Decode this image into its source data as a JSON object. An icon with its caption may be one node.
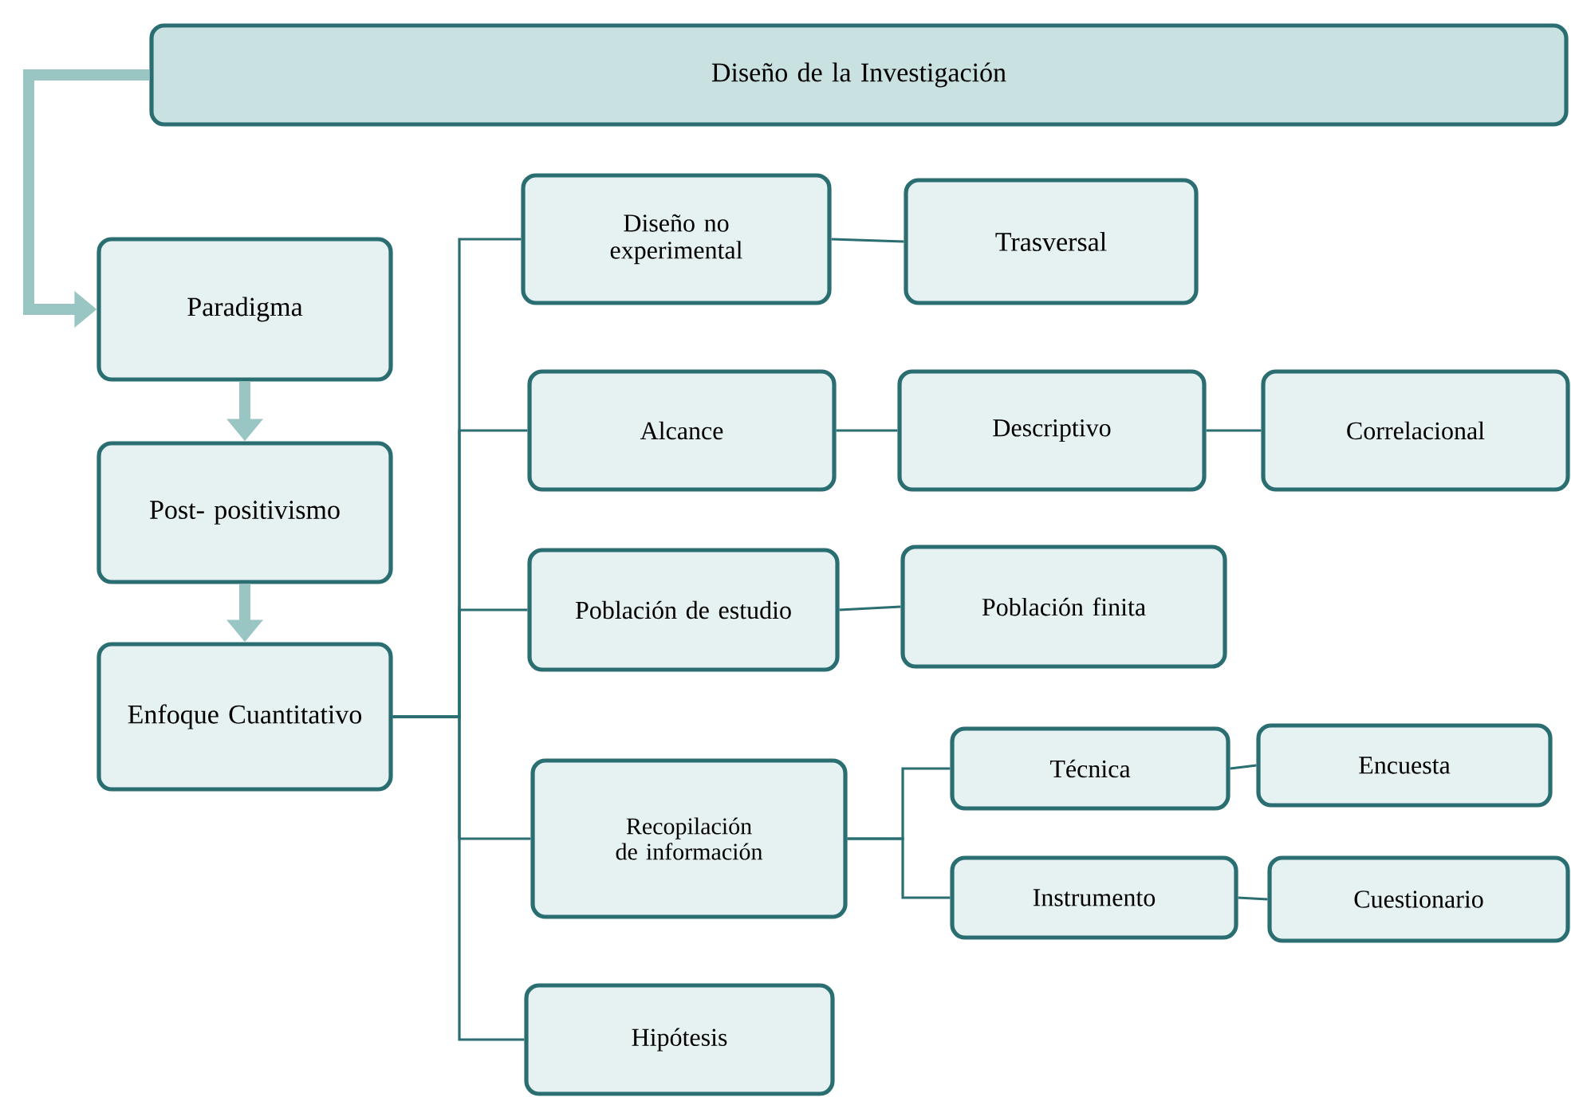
{
  "diagram": {
    "nodes": [
      {
        "text": [
          "Diseño de la Investigación"
        ]
      },
      {
        "text": [
          "Paradigma"
        ]
      },
      {
        "text": [
          "Post- positivismo"
        ]
      },
      {
        "text": [
          "Enfoque Cuantitativo"
        ]
      },
      {
        "text": [
          "Diseño no experimental"
        ]
      },
      {
        "text": [
          "Trasversal"
        ]
      },
      {
        "text": [
          "Alcance"
        ]
      },
      {
        "text": [
          "Descriptivo"
        ]
      },
      {
        "text": [
          "Correlacional"
        ]
      },
      {
        "text": [
          "Población de estudio"
        ]
      },
      {
        "text": [
          "Población finita"
        ]
      },
      {
        "text": [
          "Recopilación de información"
        ]
      },
      {
        "text": [
          "Técnica"
        ]
      },
      {
        "text": [
          "Encuesta"
        ]
      },
      {
        "text": [
          "Instrumento"
        ]
      },
      {
        "text": [
          "Cuestionario"
        ]
      },
      {
        "text": [
          "Hipótesis"
        ]
      }
    ],
    "edges": [
      {
        "from": 0,
        "to": 1,
        "arrow": "to",
        "style": "thick",
        "color": "#99c5c3"
      },
      {
        "from": 1,
        "to": 2,
        "arrow": "to",
        "style": "thick",
        "color": "#99c5c3"
      },
      {
        "from": 2,
        "to": 3,
        "arrow": "to",
        "style": "thick",
        "color": "#99c5c3"
      },
      {
        "from": 3,
        "to": 4,
        "arrow": "none"
      },
      {
        "from": 3,
        "to": 6,
        "arrow": "none"
      },
      {
        "from": 3,
        "to": 9,
        "arrow": "none"
      },
      {
        "from": 3,
        "to": 11,
        "arrow": "none"
      },
      {
        "from": 3,
        "to": 16,
        "arrow": "none"
      },
      {
        "from": 4,
        "to": 5,
        "arrow": "none"
      },
      {
        "from": 6,
        "to": 7,
        "arrow": "none"
      },
      {
        "from": 7,
        "to": 8,
        "arrow": "none"
      },
      {
        "from": 9,
        "to": 10,
        "arrow": "none"
      },
      {
        "from": 11,
        "to": 12,
        "arrow": "none"
      },
      {
        "from": 11,
        "to": 14,
        "arrow": "none"
      },
      {
        "from": 12,
        "to": 13,
        "arrow": "none"
      },
      {
        "from": 14,
        "to": 15,
        "arrow": "none"
      }
    ]
  }
}
